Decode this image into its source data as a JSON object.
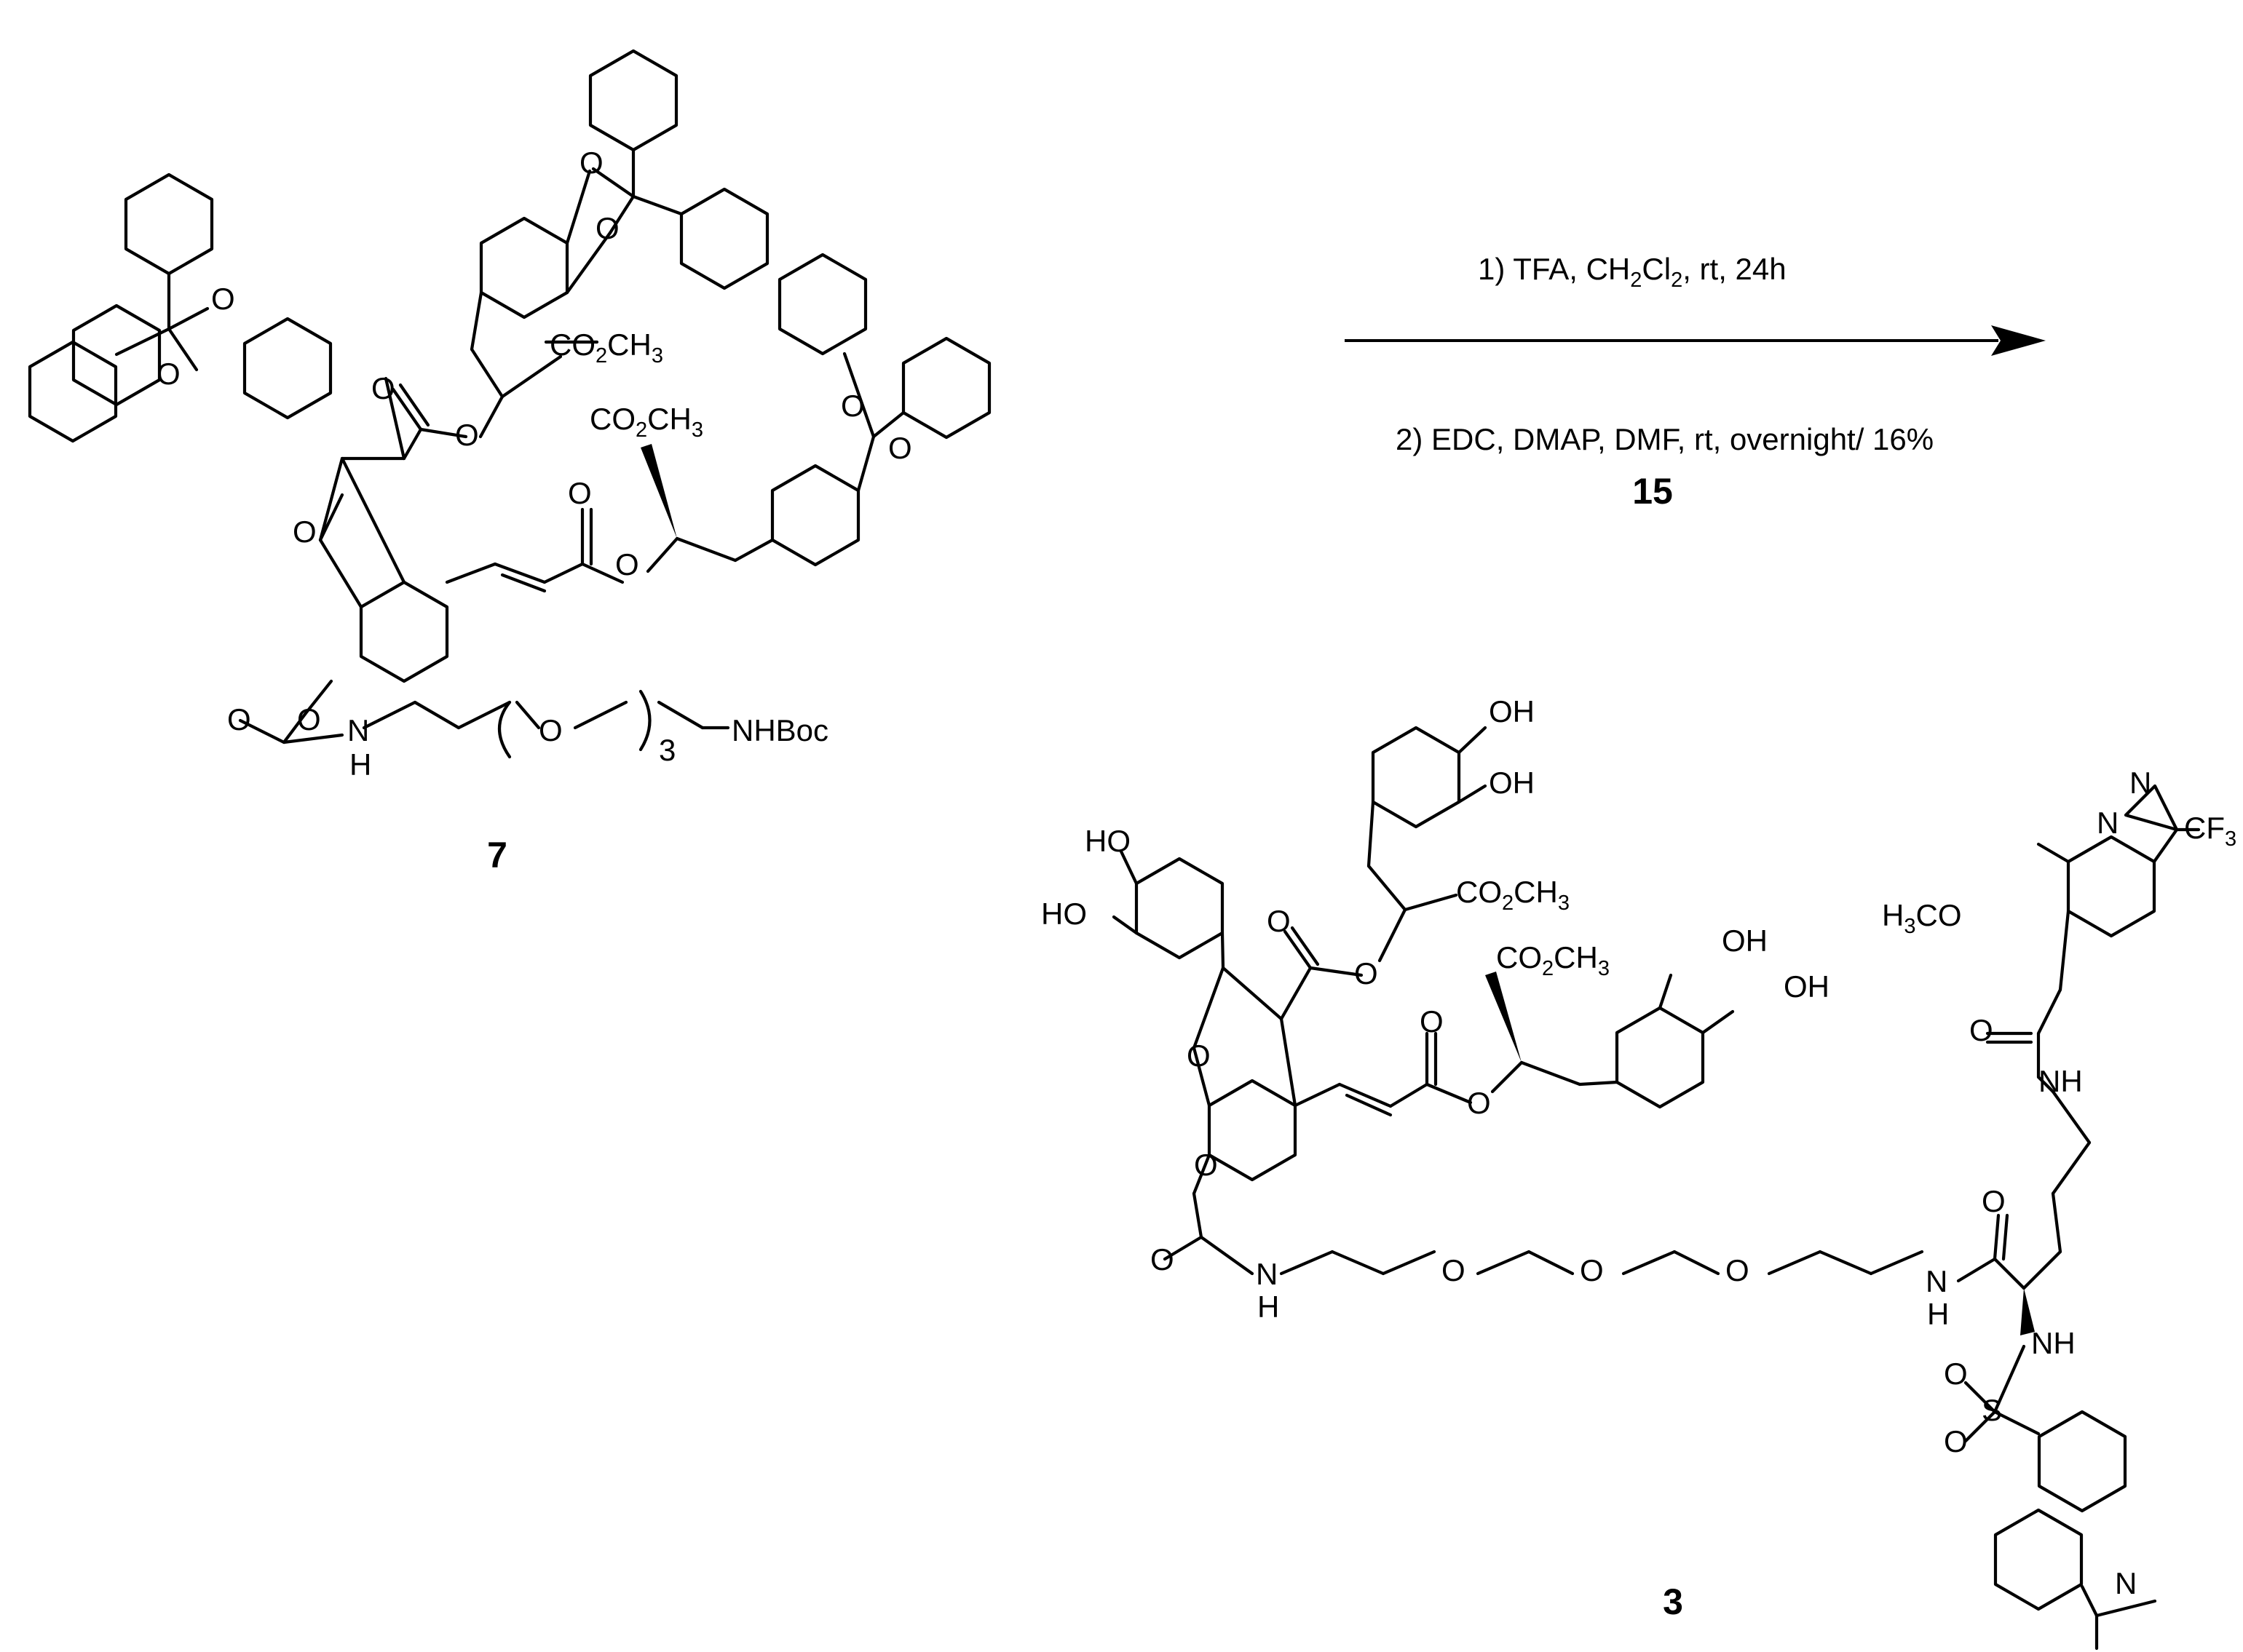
{
  "reaction": {
    "conditions": {
      "step1": {
        "prefix": "1) TFA, CH",
        "s1": "2",
        "mid": "Cl",
        "s2": "2",
        "suffix": ", rt, 24h"
      },
      "step2": "2) EDC, DMAP, DMF, rt, overnight/ 16%",
      "reagent_label": "15"
    },
    "starting_material": {
      "label": "7",
      "atoms": {
        "o": "O",
        "h": "H",
        "nhboc": "NHBoc",
        "n": "N",
        "three": "3",
        "co": "CO",
        "two": "2",
        "ch": "CH",
        "three_sub": "3"
      }
    },
    "product": {
      "label": "3",
      "atoms": {
        "oh": "OH",
        "ho": "HO",
        "o": "O",
        "n": "N",
        "h": "H",
        "nh": "NH",
        "s": "S",
        "co": "CO",
        "ch": "CH",
        "cf": "CF",
        "two": "2",
        "three": "3",
        "och3": "CO"
      }
    },
    "arrow_color": "#000000"
  }
}
